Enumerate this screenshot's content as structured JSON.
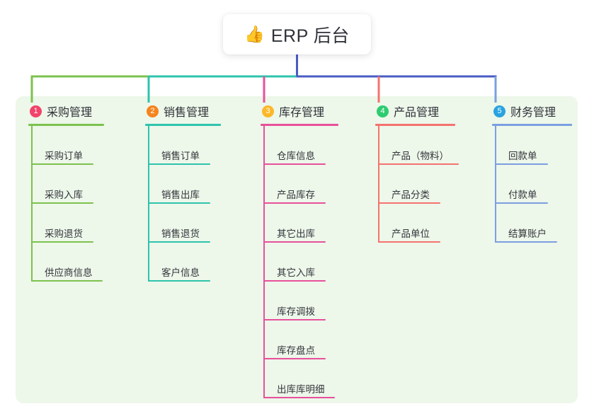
{
  "root": {
    "icon": "thumbs-up-icon",
    "emoji": "👍",
    "title": "ERP 后台"
  },
  "theme": {
    "page_background": "#ffffff",
    "panel_background": "#edf7ea",
    "text_color": "#2f3238",
    "root_card_background": "#ffffff"
  },
  "diagram": {
    "type": "mind-map",
    "orientation": "top-down",
    "branch_count": 5,
    "trunk_color": "#4a5bc4"
  },
  "branches": [
    {
      "number": "1",
      "title": "采购管理",
      "badge_color": "#f2436b",
      "line_color": "#7cc24e",
      "items": [
        {
          "label": "采购订单",
          "rule_width": 88
        },
        {
          "label": "采购入库",
          "rule_width": 88
        },
        {
          "label": "采购退货",
          "rule_width": 88
        },
        {
          "label": "供应商信息",
          "rule_width": 101
        }
      ]
    },
    {
      "number": "2",
      "title": "销售管理",
      "badge_color": "#f5841f",
      "line_color": "#2ec4ac",
      "items": [
        {
          "label": "销售订单",
          "rule_width": 88
        },
        {
          "label": "销售出库",
          "rule_width": 88
        },
        {
          "label": "销售退货",
          "rule_width": 88
        },
        {
          "label": "客户信息",
          "rule_width": 88
        }
      ]
    },
    {
      "number": "3",
      "title": "库存管理",
      "badge_color": "#fbb829",
      "line_color": "#e8509b",
      "items": [
        {
          "label": "仓库信息",
          "rule_width": 88
        },
        {
          "label": "产品库存",
          "rule_width": 88
        },
        {
          "label": "其它出库",
          "rule_width": 88
        },
        {
          "label": "其它入库",
          "rule_width": 88
        },
        {
          "label": "库存调拨",
          "rule_width": 88
        },
        {
          "label": "库存盘点",
          "rule_width": 88
        },
        {
          "label": "出库库明细",
          "rule_width": 101
        }
      ]
    },
    {
      "number": "4",
      "title": "产品管理",
      "badge_color": "#2ecc71",
      "line_color": "#f4736e",
      "items": [
        {
          "label": "产品（物料）",
          "rule_width": 114
        },
        {
          "label": "产品分类",
          "rule_width": 88
        },
        {
          "label": "产品单位",
          "rule_width": 88
        }
      ]
    },
    {
      "number": "5",
      "title": "财务管理",
      "badge_color": "#29a3e0",
      "line_color": "#7b9fe0",
      "items": [
        {
          "label": "回款单",
          "rule_width": 75
        },
        {
          "label": "付款单",
          "rule_width": 75
        },
        {
          "label": "结算账户",
          "rule_width": 88
        }
      ]
    }
  ]
}
